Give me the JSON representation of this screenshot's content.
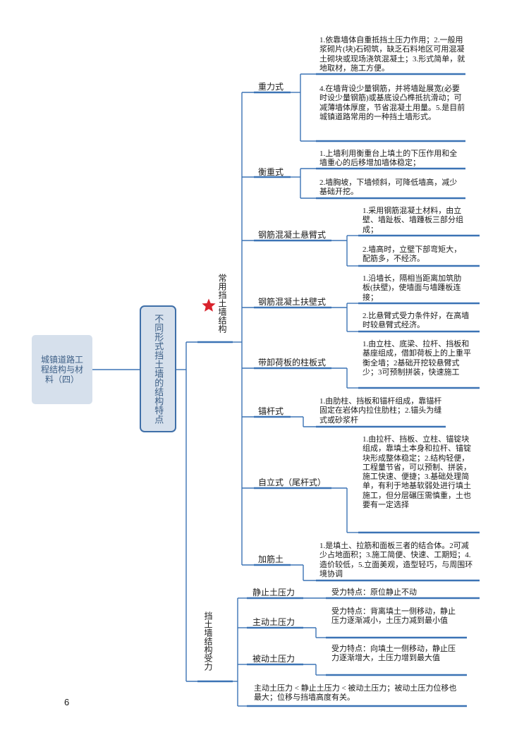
{
  "root": {
    "text": "城镇道路工程结构与材料（四）"
  },
  "main": {
    "text": "不同形式挡土墙的结构特点"
  },
  "branch1": {
    "label": "常用挡土墙结构"
  },
  "branch2": {
    "label": "挡土墙结构受力"
  },
  "page_number": "6",
  "colors": {
    "line": "#3b73b5",
    "box_fill": "#d6e0ec",
    "box_text": "#3d5f86",
    "star": "#d9232d"
  },
  "icons": {
    "star": "star-icon"
  },
  "types": [
    {
      "label": "重力式",
      "leaves": [
        "1.依靠墙体自重抵挡土压力作用；2.一般用浆砌片(块)石砌筑，缺乏石料地区可用混凝土砌块或现场浇筑混凝土；3.形式简单，就地取材，施工方便。",
        "4.在墙背设少量钢筋，并将墙趾展宽(必要时设少量钢筋)或基底设凸榫抵抗滑动；可减薄墙体厚度，节省混凝土用量。5.是目前城镇道路常用的一种挡土墙形式。"
      ]
    },
    {
      "label": "衡重式",
      "leaves": [
        "1.上墙利用衡重台上填土的下压作用和全墙重心的后移增加墙体稳定；",
        "2.墙胸坡，下墙倾斜，可降低墙高，减少基础开挖。"
      ]
    },
    {
      "label": "钢筋混凝土悬臂式",
      "leaves": [
        "1.采用钢筋混凝土材料，由立壁、墙趾板、墙踵板三部分组成；",
        "2.墙高时，立壁下部弯矩大，配筋多，不经济。"
      ]
    },
    {
      "label": "钢筋混凝土扶壁式",
      "leaves": [
        "1.沿墙长，隔相当距离加筑肋板(扶壁)，使墙面与墙踵板连接；",
        "2.比悬臂式受力条件好，在高墙时较悬臂式经济。"
      ]
    },
    {
      "label": "带卸荷板的柱板式",
      "leaves": [
        "1.由立柱、底梁、拉杆、挡板和基座组成，借卸荷板上的上重平衡全墙；2基础开挖较悬臂式少；3可预制拼装，快速施工"
      ]
    },
    {
      "label": "锚杆式",
      "leaves": [
        "1.由肋柱、挡板和锚杆组成，靠锚杆固定在岩体内拉住肋柱；2.锚头为缝式或砂浆杆"
      ]
    },
    {
      "label": "自立式（尾杆式）",
      "leaves": [
        "1.由拉杆、挡板、立柱、锚锭块组成，靠填土本身和拉杆、锚锭块形成整体稳定；2.结构轻便，工程量节省，可以预制、拼装，施工快速、便捷；3.基础处理简单，有利于地基软弱处进行填土施工，但分层碾压需慎重，土也要有一定选择"
      ]
    },
    {
      "label": "加筋土",
      "leaves": [
        "1.是填土、拉筋和面板三者的结合体。2可减少占地面积；3.施工简便、快速、工期短；4.造价较低，5.立面美观，造型轻巧，与周围环境协调"
      ]
    }
  ],
  "pressures": [
    {
      "label": "静止土压力",
      "leaf": "受力特点：原位静止不动"
    },
    {
      "label": "主动土压力",
      "leaf": "受力特点：背离填土一侧移动，静止压力逐渐减小，土压力减到最小值"
    },
    {
      "label": "被动土压力",
      "leaf": "受力特点：向填土一侧移动，静止压力逐渐增大，土压力增到最大值"
    }
  ],
  "summary": "主动土压力 < 静止土压力 < 被动土压力；被动土压力位移也最大；位移与挡墙高度有关。"
}
